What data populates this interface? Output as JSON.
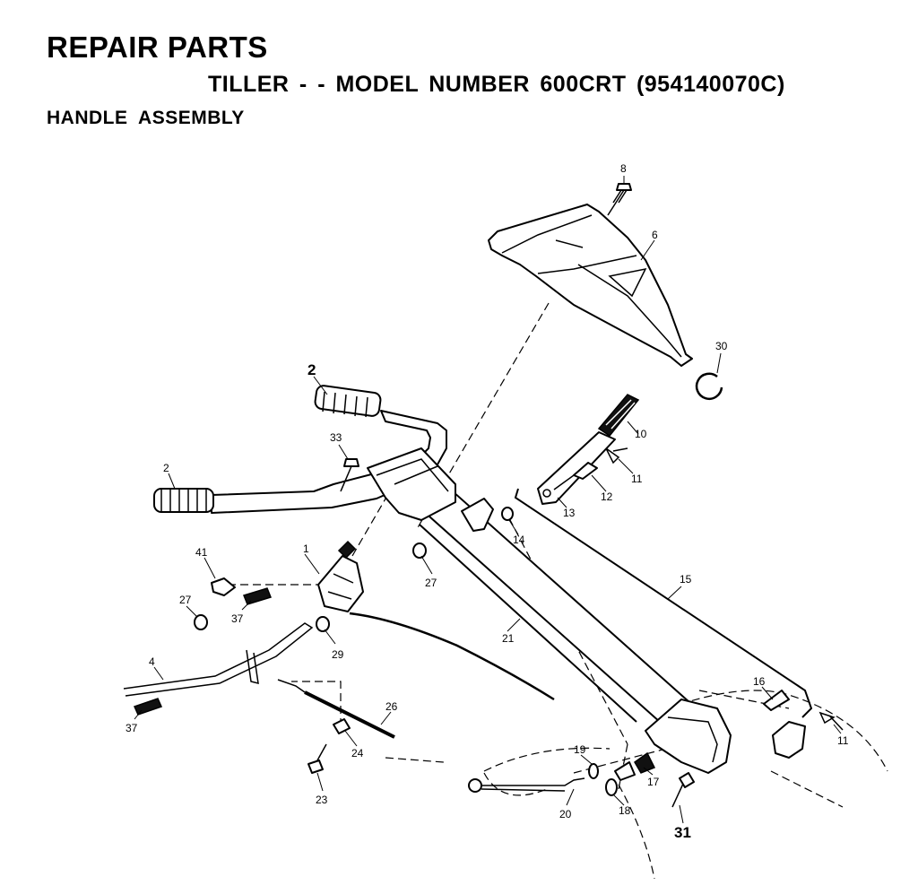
{
  "header": {
    "title": "REPAIR PARTS",
    "subtitle": "TILLER - - MODEL NUMBER 600CRT (954140070C)",
    "section": "HANDLE ASSEMBLY"
  },
  "callouts": {
    "c1": "1",
    "c2a": "2",
    "c2b": "2",
    "c4": "4",
    "c6": "6",
    "c8": "8",
    "c10": "10",
    "c11a": "11",
    "c11b": "11",
    "c12": "12",
    "c13": "13",
    "c14": "14",
    "c15": "15",
    "c16": "16",
    "c17": "17",
    "c18": "18",
    "c19": "19",
    "c20": "20",
    "c21": "21",
    "c23": "23",
    "c24": "24",
    "c26": "26",
    "c27a": "27",
    "c27b": "27",
    "c29": "29",
    "c30": "30",
    "c31": "31",
    "c33": "33",
    "c37a": "37",
    "c37b": "37",
    "c41": "41"
  }
}
